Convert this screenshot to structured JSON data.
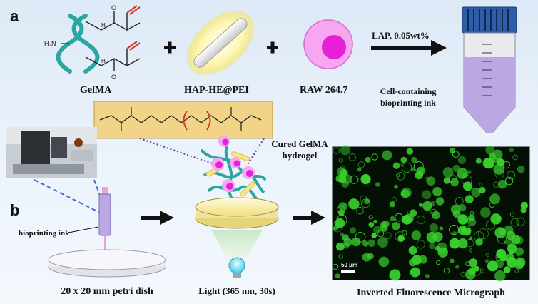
{
  "panel_a": {
    "label": "a",
    "gelma_label": "GelMA",
    "amine_label": "H₂N",
    "hap_label": "HAP-HE@PEI",
    "raw_label": "RAW 264.7",
    "lap_label": "LAP, 0.05wt%",
    "ink_label_1": "Cell-containing",
    "ink_label_2": "bioprinting ink"
  },
  "panel_b": {
    "label": "b",
    "bioprinting_ink_label": "bioprinting ink",
    "petri_label": "20 x 20 mm petri dish",
    "light_label": "Light (365 nm, 30s)",
    "cured_label_1": "Cured GelMA",
    "cured_label_2": "hydrogel",
    "micrograph_label": "Inverted Fluorescence Micrograph",
    "scale_label": "50 μm"
  },
  "colors": {
    "teal": "#2aa7a0",
    "methacrylate_red": "#d9342b",
    "crosslink_red": "#e0352b",
    "linker_box": "#f2d488",
    "cell_pink": "#f6a7ef",
    "nucleus_magenta": "#e81fd8",
    "fluorescence_green": "#39d12e",
    "tube_purple": "#b9a8e4"
  }
}
